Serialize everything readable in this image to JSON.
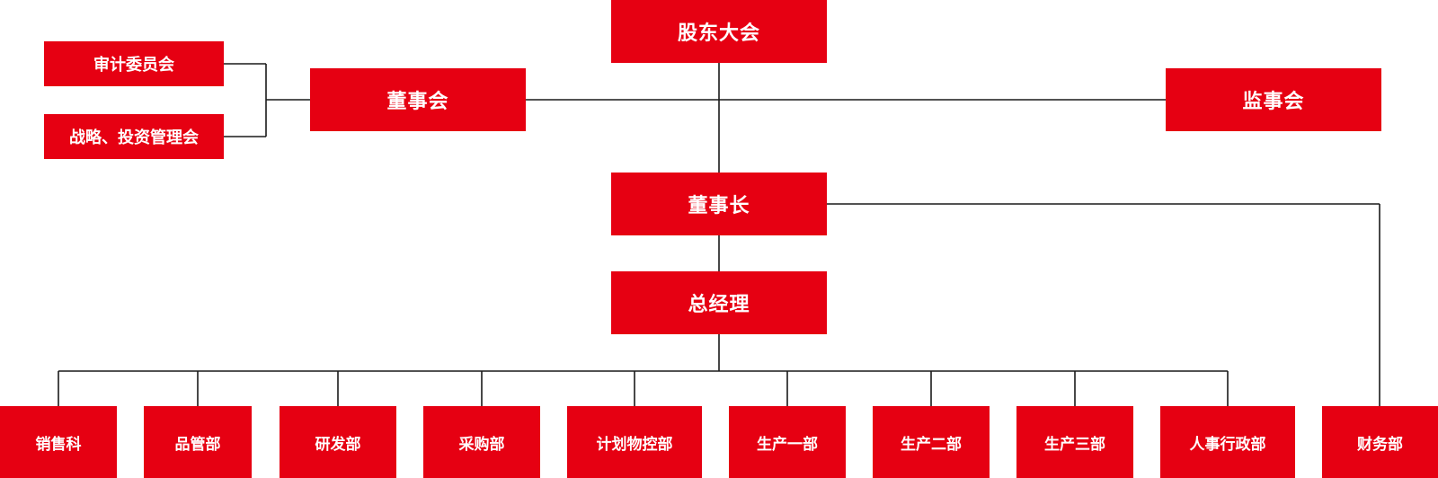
{
  "org": {
    "shareholders_meeting": "股东大会",
    "board_of_directors": "董事会",
    "board_of_supervisors": "监事会",
    "chairman": "董事长",
    "general_manager": "总经理",
    "committees": {
      "audit": "审计委员会",
      "strategy_investment": "战略、投资管理会"
    },
    "departments": [
      "销售科",
      "品管部",
      "研发部",
      "采购部",
      "计划物控部",
      "生产一部",
      "生产二部",
      "生产三部",
      "人事行政部",
      "财务部"
    ]
  },
  "colors": {
    "box_fill": "#e60012",
    "box_text": "#ffffff",
    "line": "#1a1a1a"
  }
}
